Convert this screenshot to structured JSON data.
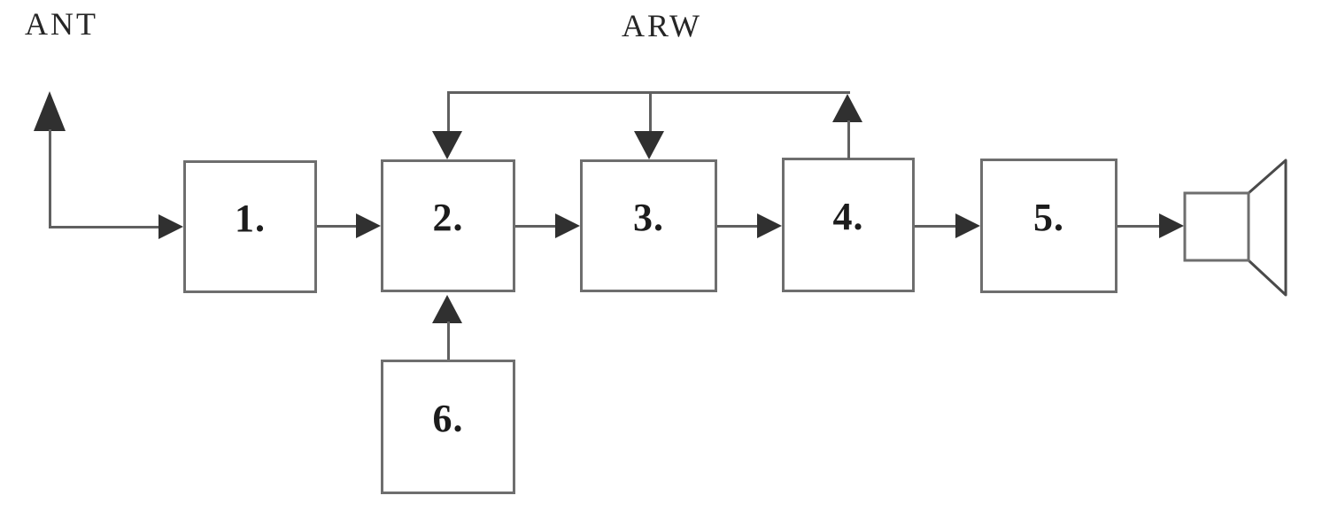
{
  "diagram": {
    "title": "receiver-block-diagram",
    "antenna_label": "ANT",
    "agc_label": "ARW",
    "blocks": [
      {
        "label": "1."
      },
      {
        "label": "2."
      },
      {
        "label": "3."
      },
      {
        "label": "4."
      },
      {
        "label": "5."
      },
      {
        "label": "6."
      }
    ],
    "icons": {
      "antenna": "antenna-arrow-icon",
      "speaker": "speaker-icon"
    },
    "colors": {
      "line": "#606060",
      "arrow": "#303030",
      "box_border": "#6e6e6e",
      "text": "#262626",
      "background": "#ffffff"
    }
  }
}
